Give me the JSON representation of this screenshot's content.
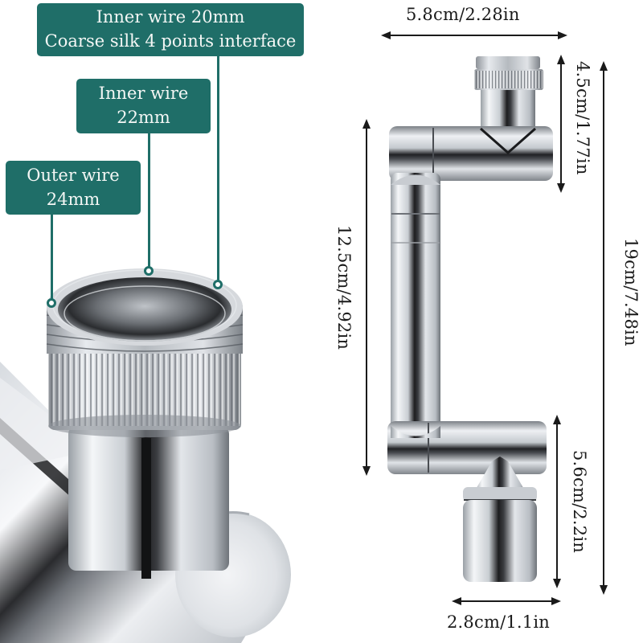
{
  "colors": {
    "label_bg": "#1f6e68",
    "label_text": "#f4f7f5",
    "dimension_line": "#1a1a1a",
    "chrome_light": "#e9ecef",
    "chrome_dark": "#1c1c1c"
  },
  "callouts": [
    {
      "id": "inner-20",
      "lines": [
        "Inner wire 20mm",
        "Coarse silk 4 points interface"
      ]
    },
    {
      "id": "inner-22",
      "lines": [
        "Inner wire",
        "22mm"
      ]
    },
    {
      "id": "outer-24",
      "lines": [
        "Outer wire",
        "24mm"
      ]
    }
  ],
  "dimensions": {
    "top_width": "5.8cm/2.28in",
    "top_height": "4.5cm/1.77in",
    "arm_length": "12.5cm/4.92in",
    "total_height": "19cm/7.48in",
    "bottom_height": "5.6cm/2.2in",
    "bottom_width": "2.8cm/1.1in"
  },
  "product": {
    "left_view": "close-up of threaded adapter on chrome faucet body",
    "right_view": "rotating swivel faucet extender, folded arm"
  }
}
